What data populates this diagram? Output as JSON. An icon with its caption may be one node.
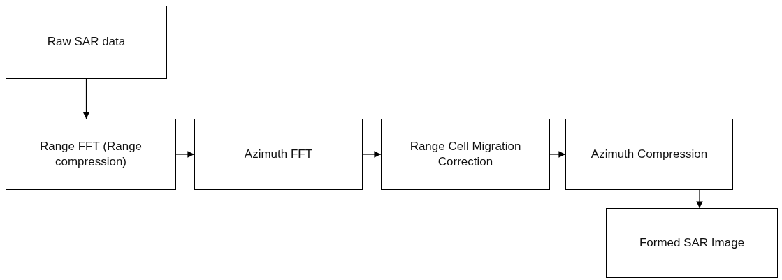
{
  "diagram": {
    "nodes": [
      {
        "text": [
          "Raw SAR data"
        ]
      },
      {
        "text": [
          "Range FFT (Range compression)"
        ]
      },
      {
        "text": [
          "Azimuth FFT"
        ]
      },
      {
        "text": [
          "Range Cell Migration Correction"
        ]
      },
      {
        "text": [
          "Azimuth Compression"
        ]
      },
      {
        "text": [
          "Formed SAR Image"
        ]
      }
    ],
    "edges": [
      {
        "from": 0,
        "to": 1,
        "arrow": "to"
      },
      {
        "from": 1,
        "to": 2,
        "arrow": "to"
      },
      {
        "from": 2,
        "to": 3,
        "arrow": "to"
      },
      {
        "from": 3,
        "to": 4,
        "arrow": "to"
      },
      {
        "from": 4,
        "to": 5,
        "arrow": "to"
      }
    ]
  }
}
